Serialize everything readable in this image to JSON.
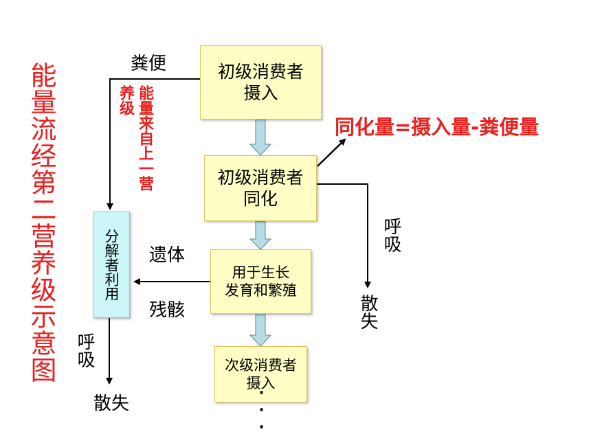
{
  "title": "能量流经第二营养级示意图",
  "boxes": {
    "intake_line1": "初级消费者",
    "intake_line2": "摄入",
    "assim_line1": "初级消费者",
    "assim_line2": "同化",
    "growth_line1": "用于生长",
    "growth_line2": "发育和繁殖",
    "next_line1": "次级消费者",
    "next_line2": "摄入",
    "decomposer": "分解者利用"
  },
  "labels": {
    "feces": "粪便",
    "energy_source": "能量来自上一营养级",
    "remains": "遗体",
    "residue": "残骸",
    "respiration_right": "呼吸",
    "dissipate_right": "散失",
    "respiration_left": "呼吸",
    "dissipate_left": "散失",
    "formula": "同化量=摄入量-粪便量",
    "ellipsis": "···"
  },
  "colors": {
    "title_red": "#e8201e",
    "box_fill": "#ffffc5",
    "decomposer_fill": "#cdf6f8",
    "arrow_fill": "#b7dce4"
  }
}
